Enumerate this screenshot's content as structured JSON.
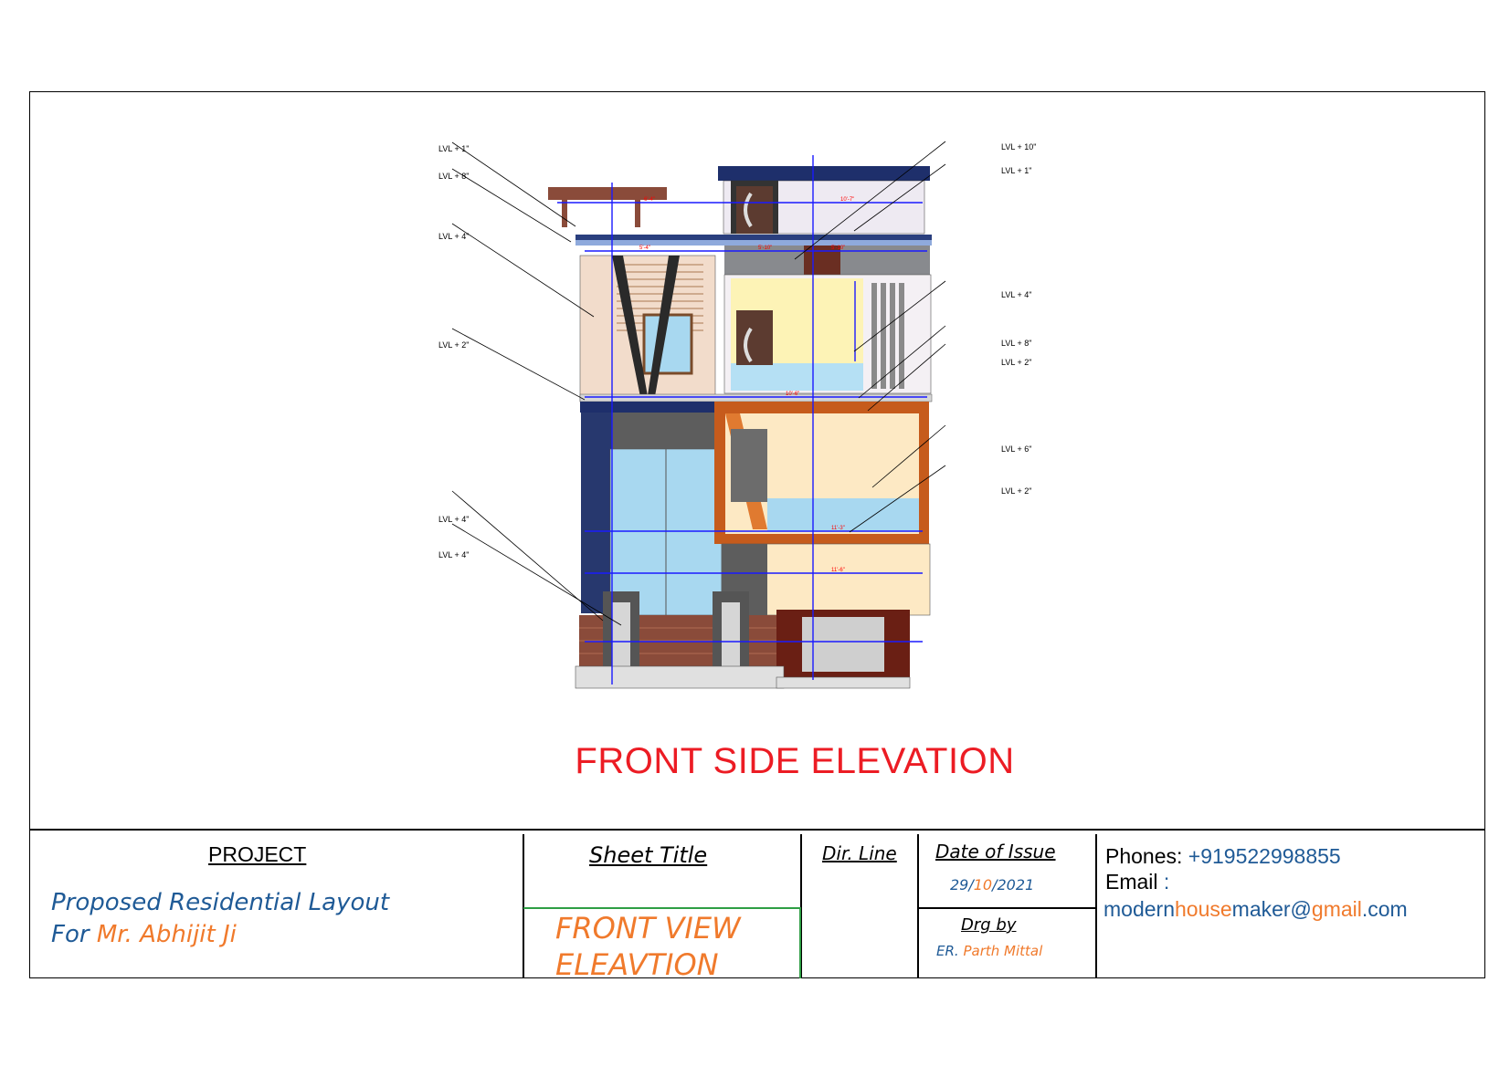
{
  "drawing": {
    "title": "FRONT SIDE ELEVATION",
    "level_labels_left": [
      "LVL + 1\"",
      "LVL + 8\"",
      "LVL + 4\"",
      "LVL + 2\"",
      "LVL + 4\"",
      "LVL + 4\""
    ],
    "level_labels_right": [
      "LVL + 10\"",
      "LVL + 1\"",
      "LVL + 4\"",
      "LVL + 8\"",
      "LVL + 2\"",
      "LVL + 6\"",
      "LVL + 2\""
    ]
  },
  "title_block": {
    "project_heading": "PROJECT",
    "project_line1": "Proposed Residential Layout",
    "project_line2_prefix": "For",
    "project_line2_name": "Mr. Abhijit  Ji",
    "sheet_title_heading": "Sheet Title",
    "sheet_title_line1": "FRONT VIEW",
    "sheet_title_line2": "ELEAVTION",
    "dir_line_heading": "Dir. Line",
    "date_heading": "Date of Issue",
    "date_day": "29/",
    "date_month": "10",
    "date_year": "/2021",
    "drg_by_heading": "Drg by",
    "drg_by_prefix": "ER.",
    "drg_by_name": "Parth Mittal",
    "phones_label": "Phones:",
    "phones_value": "+919522998855",
    "email_label": "Email",
    "email_colon": ":",
    "email_part1": "modern",
    "email_part2": "house",
    "email_part3": "maker@",
    "email_part4": "gmail",
    "email_part5": ".com"
  },
  "colors": {
    "title_red": "#ec1c24",
    "text_blue": "#1f5a96",
    "text_orange": "#f07a2c",
    "dimension_blue": "#1a1aff",
    "dimension_red": "#ff0000"
  }
}
